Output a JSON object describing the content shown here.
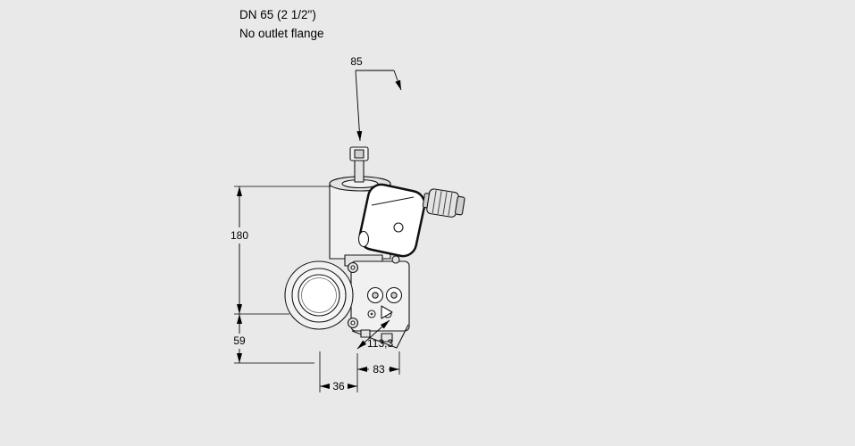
{
  "title": {
    "line1": "DN 65 (2 1/2\")",
    "line2": "No outlet flange"
  },
  "dimensions": {
    "top_width": "85",
    "height_total": "180",
    "height_lower": "59",
    "depth_diagonal": "113,3",
    "bottom_width": "83",
    "bottom_offset": "36"
  },
  "colors": {
    "background": "#e9e9e9",
    "line": "#000000"
  }
}
